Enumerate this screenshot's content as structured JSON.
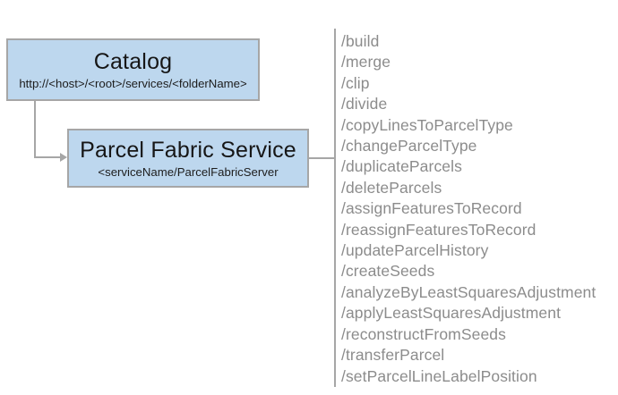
{
  "catalog": {
    "title": "Catalog",
    "subtitle": "http://<host>/<root>/services/<folderName>"
  },
  "service": {
    "title": "Parcel Fabric Service",
    "subtitle": "<serviceName/ParcelFabricServer"
  },
  "endpoints": [
    "/build",
    "/merge",
    "/clip",
    "/divide",
    "/copyLinesToParcelType",
    "/changeParcelType",
    "/duplicateParcels",
    "/deleteParcels",
    "/assignFeaturesToRecord",
    "/reassignFeaturesToRecord",
    "/updateParcelHistory",
    "/createSeeds",
    "/analyzeByLeastSquaresAdjustment",
    "/applyLeastSquaresAdjustment",
    "/reconstructFromSeeds",
    "/transferParcel",
    "/setParcelLineLabelPosition"
  ],
  "colors": {
    "background": "#ffffff",
    "box_fill": "#bdd7ee",
    "box_border": "#a6a6a6",
    "connector": "#a6a6a6",
    "endpoint_text": "#8c8c8c",
    "box_text": "#161616"
  }
}
